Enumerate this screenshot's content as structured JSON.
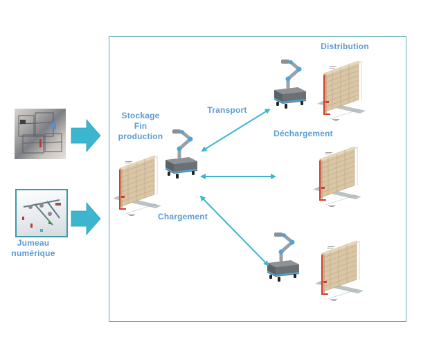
{
  "colors": {
    "label_text": "#5b9bd5",
    "frame_border": "#5aa6b4",
    "arrow_fill": "#3cb6cf",
    "connector": "#3cb6cf",
    "rack_box": "#d8c3a0",
    "rack_red": "#d83a2a",
    "robot_body": "#6b6f73",
    "robot_accent": "#4aa8d8"
  },
  "inputs": {
    "physical_plant": {
      "icon": "factory-photo"
    },
    "digital_twin": {
      "icon": "digital-twin-render",
      "label_line1": "Jumeau",
      "label_line2": "numérique"
    }
  },
  "diagram": {
    "title_distribution": "Distribution",
    "storage_label_line1": "Stockage",
    "storage_label_line2": "Fin",
    "storage_label_line3": "production",
    "loading_label": "Chargement",
    "transport_label": "Transport",
    "unloading_label": "Déchargement",
    "nodes": [
      {
        "id": "storage-rack",
        "icon": "shelf-rack"
      },
      {
        "id": "loading-robot",
        "icon": "mobile-robot-arm"
      },
      {
        "id": "robot-top",
        "icon": "mobile-robot-arm"
      },
      {
        "id": "robot-bottom",
        "icon": "mobile-robot-arm"
      },
      {
        "id": "rack-top",
        "icon": "shelf-rack"
      },
      {
        "id": "rack-middle",
        "icon": "shelf-rack"
      },
      {
        "id": "rack-bottom",
        "icon": "shelf-rack"
      }
    ],
    "connectors": [
      {
        "from": "loading-robot",
        "to": "robot-top",
        "type": "bidirectional"
      },
      {
        "from": "loading-robot",
        "to": "rack-middle",
        "type": "bidirectional"
      },
      {
        "from": "loading-robot",
        "to": "robot-bottom",
        "type": "bidirectional"
      }
    ]
  }
}
